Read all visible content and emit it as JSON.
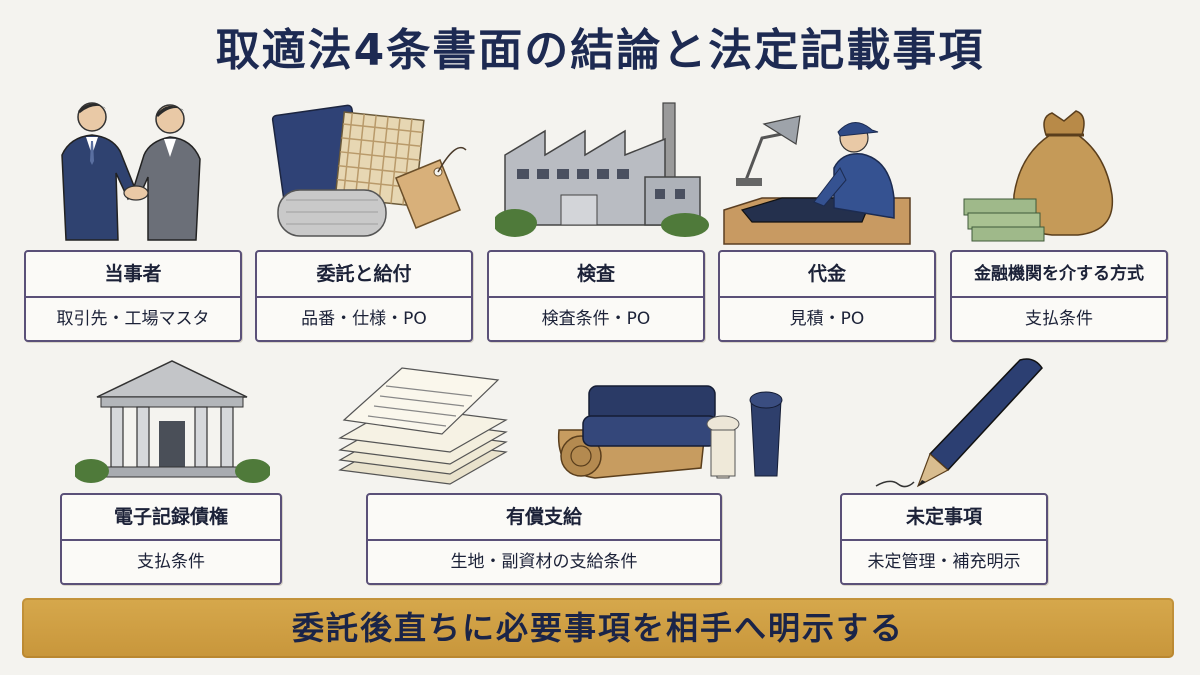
{
  "title": "取適法4条書面の結論と法定記載事項",
  "top_cards": [
    {
      "heading": "当事者",
      "detail": "取引先・工場マスタ",
      "icon": "handshake-icon"
    },
    {
      "heading": "委託と給付",
      "detail": "品番・仕様・PO",
      "icon": "fabric-tag-icon"
    },
    {
      "heading": "検査",
      "detail": "検査条件・PO",
      "icon": "factory-icon"
    },
    {
      "heading": "代金",
      "detail": "見積・PO",
      "icon": "worker-inspection-icon"
    },
    {
      "heading": "金融機関を介する方式",
      "detail": "支払条件",
      "icon": "money-bag-icon"
    }
  ],
  "bottom_cards": [
    {
      "heading": "電子記録債権",
      "detail": "支払条件",
      "icon": "bank-building-icon"
    },
    {
      "heading": "有償支給",
      "detail": "生地・副資材の支給条件",
      "icon": "fabric-thread-icon"
    },
    {
      "heading": "未定事項",
      "detail": "未定管理・補充明示",
      "icon": "pencil-icon"
    }
  ],
  "banner": "委託後直ちに必要事項を相手へ明示する",
  "colors": {
    "title": "#1d2a52",
    "card_border": "#5a5078",
    "banner": "#d1a246",
    "navy": "#2c3f6b"
  }
}
